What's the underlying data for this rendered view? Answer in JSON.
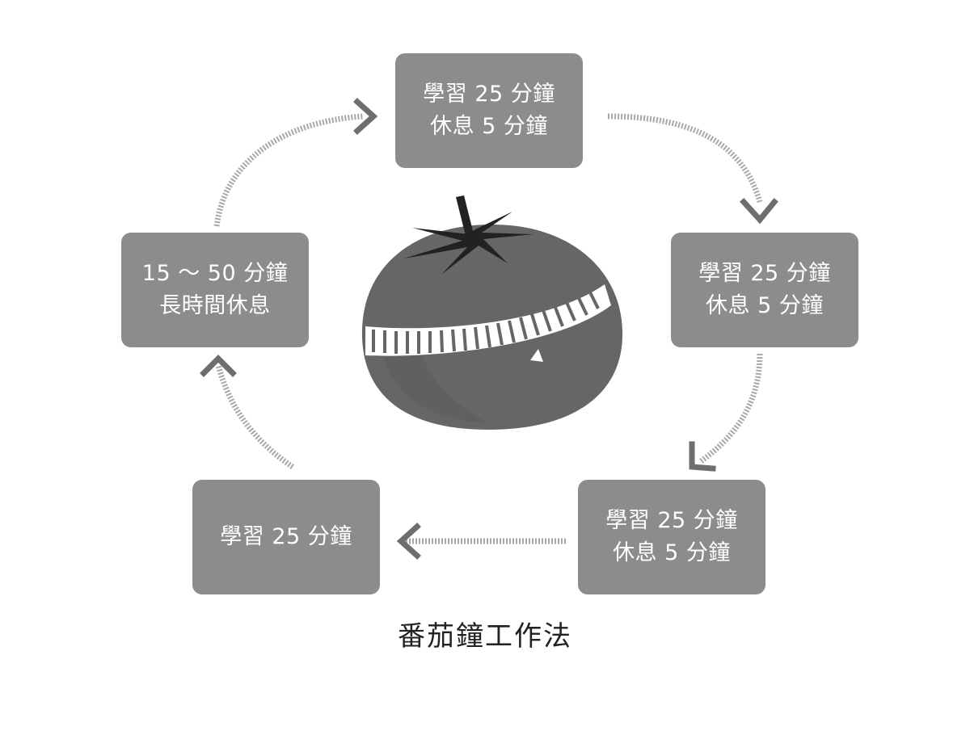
{
  "diagram": {
    "boxes": [
      {
        "id": "top",
        "lines": [
          "學習 25 分鐘",
          "休息 5 分鐘"
        ]
      },
      {
        "id": "right",
        "lines": [
          "學習 25 分鐘",
          "休息 5 分鐘"
        ]
      },
      {
        "id": "bottom_right",
        "lines": [
          "學習 25 分鐘",
          "休息 5 分鐘"
        ]
      },
      {
        "id": "bottom_left",
        "lines": [
          "學習 25 分鐘"
        ]
      },
      {
        "id": "left",
        "lines": [
          "15 ～ 50 分鐘",
          "長時間休息"
        ]
      }
    ],
    "caption": "番茄鐘工作法",
    "colors": {
      "box_fill": "#8c8c8c",
      "box_text": "#ffffff",
      "arrow": "#9a9a9a",
      "arrow_head": "#6e6e6e",
      "tomato_body": "#666666",
      "tomato_leaves": "#222222",
      "band": "#ffffff"
    },
    "icon": "pomodoro-tomato-timer-icon"
  }
}
